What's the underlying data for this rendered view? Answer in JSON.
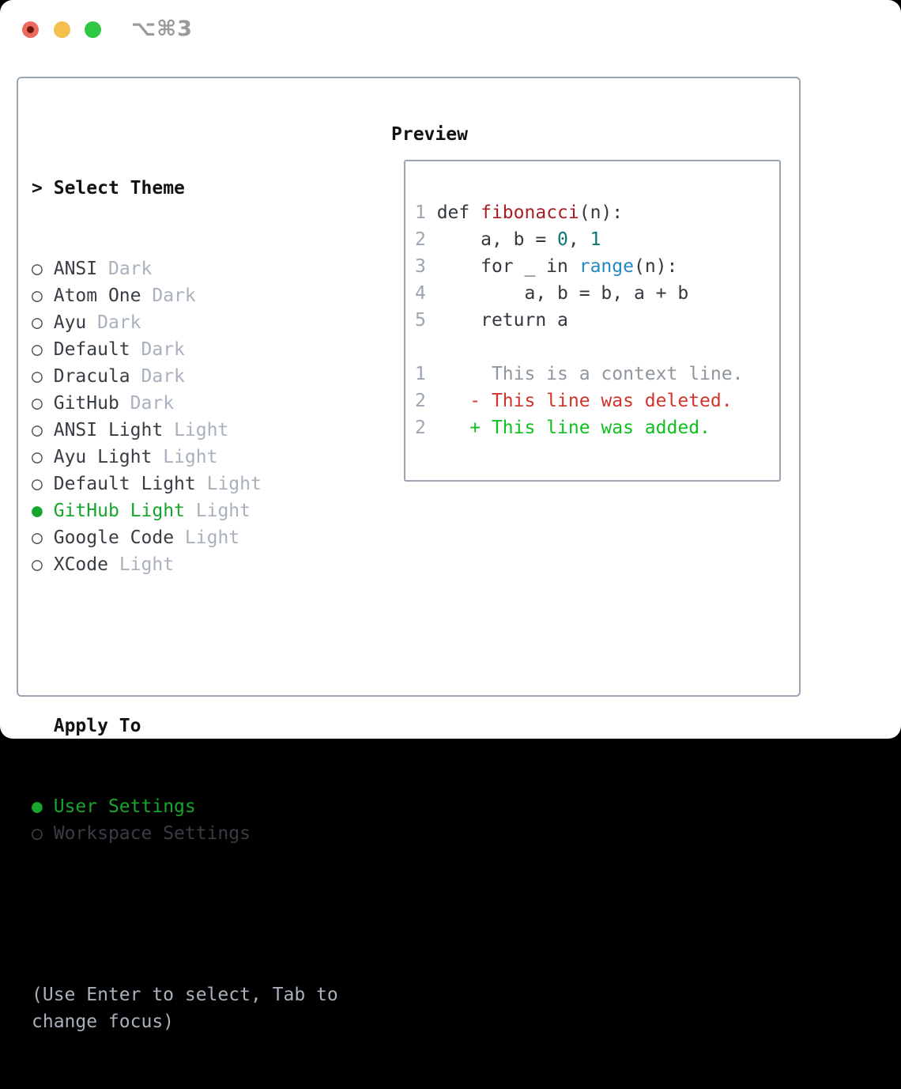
{
  "window": {
    "shortcut": "⌥⌘3"
  },
  "colors": {
    "border": "#9aa5b1",
    "selected_green": "#17a62d",
    "muted_gray": "#a9b1bc",
    "traffic_red": "#ed6a5e",
    "traffic_yellow": "#f4bf4d",
    "traffic_green": "#30c745",
    "function_red": "#a91e22",
    "number_teal": "#0d7575",
    "builtin_blue": "#2289c5",
    "deleted_red": "#d0342c",
    "added_green": "#0ec11e"
  },
  "theme_panel": {
    "prompt": ">",
    "title": "Select Theme",
    "radio_unselected": "○",
    "radio_selected": "●",
    "items": [
      {
        "name": "ANSI",
        "tag": "Dark",
        "selected": false
      },
      {
        "name": "Atom One",
        "tag": "Dark",
        "selected": false
      },
      {
        "name": "Ayu",
        "tag": "Dark",
        "selected": false
      },
      {
        "name": "Default",
        "tag": "Dark",
        "selected": false
      },
      {
        "name": "Dracula",
        "tag": "Dark",
        "selected": false
      },
      {
        "name": "GitHub",
        "tag": "Dark",
        "selected": false
      },
      {
        "name": "ANSI Light",
        "tag": "Light",
        "selected": false
      },
      {
        "name": "Ayu Light",
        "tag": "Light",
        "selected": false
      },
      {
        "name": "Default Light",
        "tag": "Light",
        "selected": false
      },
      {
        "name": "GitHub Light",
        "tag": "Light",
        "selected": true
      },
      {
        "name": "Google Code",
        "tag": "Light",
        "selected": false
      },
      {
        "name": "XCode",
        "tag": "Light",
        "selected": false
      }
    ],
    "apply_to": {
      "title": "Apply To",
      "options": [
        {
          "name": "User Settings",
          "selected": true
        },
        {
          "name": "Workspace Settings",
          "selected": false
        }
      ]
    },
    "hint": "(Use Enter to select, Tab to change focus)"
  },
  "preview": {
    "title": "Preview",
    "lines": [
      {
        "num": "1",
        "tokens": [
          {
            "t": " def ",
            "c": "code"
          },
          {
            "t": "fibonacci",
            "c": "func"
          },
          {
            "t": "(n):",
            "c": "code"
          }
        ]
      },
      {
        "num": "2",
        "tokens": [
          {
            "t": "     a, b = ",
            "c": "code"
          },
          {
            "t": "0",
            "c": "num"
          },
          {
            "t": ", ",
            "c": "code"
          },
          {
            "t": "1",
            "c": "num"
          }
        ]
      },
      {
        "num": "3",
        "tokens": [
          {
            "t": "     for _ in ",
            "c": "code"
          },
          {
            "t": "range",
            "c": "builtin"
          },
          {
            "t": "(n):",
            "c": "code"
          }
        ]
      },
      {
        "num": "4",
        "tokens": [
          {
            "t": "         a, b = b, a + b",
            "c": "code"
          }
        ]
      },
      {
        "num": "5",
        "tokens": [
          {
            "t": "     return a",
            "c": "code"
          }
        ]
      },
      {
        "num": "",
        "tokens": []
      },
      {
        "num": "1",
        "tokens": [
          {
            "t": "      This is a context line.",
            "c": "context"
          }
        ]
      },
      {
        "num": "2",
        "tokens": [
          {
            "t": "    ",
            "c": "code"
          },
          {
            "t": "- This line was deleted.",
            "c": "deleted"
          }
        ]
      },
      {
        "num": "2",
        "tokens": [
          {
            "t": "    ",
            "c": "code"
          },
          {
            "t": "+ This line was added.",
            "c": "added"
          }
        ]
      }
    ]
  }
}
